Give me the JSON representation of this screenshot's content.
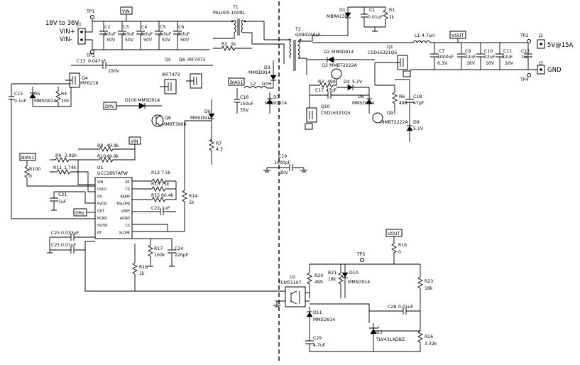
{
  "inputs": {
    "range": "18V to 36V",
    "vin_plus": "VIN+",
    "vin_minus": "VIN-"
  },
  "nets": {
    "vin": "VIN",
    "vout": "VOUT",
    "bias1": "BIAS1",
    "drv": "DRV",
    "gnd": "GND"
  },
  "output": {
    "rating": "5V@15A"
  },
  "testpoints": {
    "tp1": "TP1",
    "tp2": "TP2",
    "tp3": "TP3",
    "tp4": "TP4",
    "tp5": "TP5"
  },
  "connectors": {
    "j1": "J1",
    "j2": "J2",
    "j3": "J3"
  },
  "transformers": {
    "t1": {
      "ref": "T1",
      "part": "PA1005.100NL"
    },
    "t2": {
      "ref": "T2",
      "part": "G094246LF"
    }
  },
  "ics": {
    "u1": {
      "ref": "U1",
      "part": "UCC2897APW",
      "pins_left": [
        "VIN",
        "UVLO",
        "OV",
        "PVDD",
        "OUT",
        "PGND",
        "SS/SD",
        "RT"
      ],
      "pins_right": [
        "RC",
        "CS",
        "RAMP",
        "RSLOPE",
        "VREF",
        "AGND",
        "CS",
        "SLOPE"
      ]
    },
    "u2": {
      "ref": "U2",
      "part": "TCMT1107"
    },
    "u3": {
      "ref": "U3",
      "part": "TLV431ADBZ"
    }
  },
  "fets": {
    "q1": {
      "ref": "Q1",
      "part": "CSD16321Q5"
    },
    "q3": {
      "ref": "Q3",
      "part": "MMBT2222A"
    },
    "q4": {
      "ref": "Q4",
      "part": "IRF6216"
    },
    "q5": {
      "ref": "Q5",
      "part": "IRF7473"
    },
    "q6": {
      "ref": "Q6",
      "part": "IRF7473"
    },
    "q8": {
      "ref": "Q8",
      "part": "MMBT3906"
    },
    "q9": {
      "ref": "Q9",
      "part": "MMBT2222A"
    },
    "q10": {
      "ref": "Q10",
      "part": "CSD16321Q5"
    }
  },
  "diodes": {
    "d1": {
      "ref": "D1",
      "part": "MBRA130"
    },
    "d2": {
      "ref": "D2",
      "part": "MMSD914"
    },
    "d3": {
      "ref": "D3",
      "part": "MMSD914"
    },
    "d4": {
      "ref": "D4",
      "part": "5.1V"
    },
    "d5": {
      "ref": "D5",
      "part": "MMSD914"
    },
    "d6": {
      "ref": "D6",
      "part": "MMSD914"
    },
    "d7": {
      "ref": "D7",
      "part": "MMSD914"
    },
    "d8": {
      "ref": "D8",
      "part": "MMSD914"
    },
    "d9": {
      "ref": "D9",
      "part": "5.1V"
    },
    "d10": {
      "ref": "D10",
      "part": "MMSD914"
    },
    "d11": {
      "ref": "D11",
      "part": "MMSD914"
    },
    "d100": {
      "ref": "D100",
      "part": "MMSD914"
    }
  },
  "caps": {
    "c1": {
      "ref": "C1",
      "val": "0.01uF"
    },
    "c2": {
      "ref": "C2",
      "val": "3.3uF",
      "volt": "50V"
    },
    "c3": {
      "ref": "C3",
      "val": "3.3uF",
      "volt": "50V"
    },
    "c4": {
      "ref": "C4",
      "val": "3.3uF",
      "volt": "50V"
    },
    "c5": {
      "ref": "C5",
      "val": "3.3uF",
      "volt": "50V"
    },
    "c6": {
      "ref": "C6",
      "val": "3.3uF",
      "volt": "50V"
    },
    "c7": {
      "ref": "C7",
      "val": "1000uF",
      "volt": "6.3V"
    },
    "c9": {
      "ref": "C9",
      "val": "22uF",
      "volt": "16V"
    },
    "c10": {
      "ref": "C10",
      "val": "22uF",
      "volt": "16V"
    },
    "c11": {
      "ref": "C11",
      "val": "22uF",
      "volt": "16V"
    },
    "c12": {
      "ref": "C12",
      "val": "1uF"
    },
    "c13": {
      "ref": "C13",
      "val": "0.047uF",
      "volt": "100V"
    },
    "c15": {
      "ref": "C15",
      "val": "0.1uF"
    },
    "c16": {
      "ref": "C16",
      "val": "150uF",
      "volt": "35V"
    },
    "c17": {
      "ref": "C17",
      "val": "47pF"
    },
    "c18": {
      "ref": "C18",
      "val": "47pF"
    },
    "c19": {
      "ref": "C19",
      "val": "1000pF",
      "volt": "2kV"
    },
    "c21": {
      "ref": "C21",
      "val": "1uF"
    },
    "c22": {
      "ref": "C22",
      "val": "1uF"
    },
    "c23": {
      "ref": "C23",
      "val": "0.033uF"
    },
    "c24": {
      "ref": "C24",
      "val": "220pF"
    },
    "c25": {
      "ref": "C25",
      "val": "0.01uF"
    },
    "c28": {
      "ref": "C28",
      "val": "0.01uF"
    },
    "c29": {
      "ref": "C29",
      "val": "4.7uF"
    }
  },
  "res": {
    "r1": {
      "ref": "R1",
      "val": "2k"
    },
    "r2": {
      "ref": "R2",
      "val": "1k"
    },
    "r3": {
      "ref": "R3",
      "val": "499"
    },
    "r4": {
      "ref": "R4",
      "val": "10k"
    },
    "r6": {
      "ref": "R6",
      "val": "499"
    },
    "r7": {
      "ref": "R7",
      "val": "4.3"
    },
    "r8": {
      "ref": "R8",
      "val": "49.9k"
    },
    "r9": {
      "ref": "R9",
      "val": "3.92k"
    },
    "r10": {
      "ref": "R10",
      "val": "49.9k"
    },
    "r11": {
      "ref": "R11",
      "val": "1.74k"
    },
    "r12": {
      "ref": "R12",
      "val": "7.5k"
    },
    "r13": {
      "ref": "R13",
      "val": "75k"
    },
    "r14": {
      "ref": "R14",
      "val": "1k"
    },
    "r15": {
      "ref": "R15",
      "val": "60.4k"
    },
    "r16": {
      "ref": "R16",
      "val": "0"
    },
    "r17": {
      "ref": "R17",
      "val": "100k"
    },
    "r18": {
      "ref": "R18",
      "val": "1k"
    },
    "r20": {
      "ref": "R20",
      "val": "499"
    },
    "r21": {
      "ref": "R21",
      "val": "18k"
    },
    "r23": {
      "ref": "R23",
      "val": "18k"
    },
    "r26": {
      "ref": "R26",
      "val": "3.32k"
    },
    "r100": {
      "ref": "R100",
      "val": "0"
    }
  },
  "inductors": {
    "l1": {
      "ref": "L1",
      "val": "4.7uH"
    },
    "l2": {
      "ref": "L2",
      "val": "1mH"
    }
  }
}
